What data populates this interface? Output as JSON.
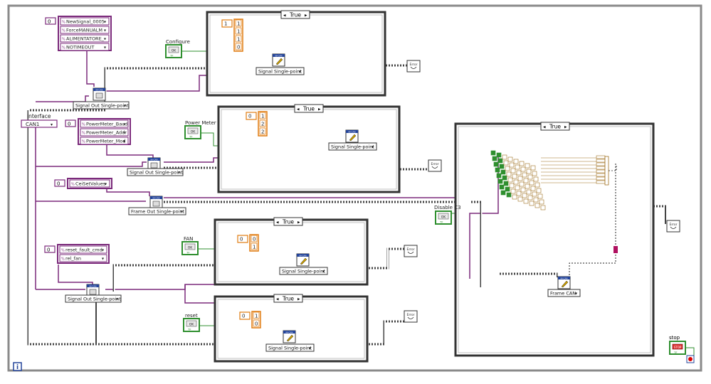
{
  "window": {
    "info_icon": "i"
  },
  "case_true_label": "True",
  "case_arrow_left": "◂",
  "case_arrow_right": "▸",
  "signals_group1": [
    "NewSignal_0005",
    "ForceMANUALM",
    "ALIMENTATORE_",
    "NOTIMEOUT"
  ],
  "signals_group1_index": "0",
  "signals_group2": [
    "PowerMeter_Baud",
    "PowerMeter_Addr",
    "PowerMeter_Mod"
  ],
  "signals_group2_index": "0",
  "signals_group3": [
    "CeiSetValues"
  ],
  "signals_group3_index": "0",
  "signals_group4": [
    "reset_fault_cmd",
    "rel_fan"
  ],
  "signals_group4_index": "0",
  "interface": {
    "label": "interface",
    "value": "CAN1"
  },
  "controls": {
    "configure": "Configure",
    "power_meter": "Power Meter",
    "fan": "FAN",
    "reset": "reset",
    "disable_c3": "Disable C3",
    "stop": "stop"
  },
  "terminal_tag_ok": "OK",
  "terminal_tag_tf": "TF",
  "terminal_tag_stop": "STOP",
  "ni_can_tag": "NI-CAN",
  "error_tag": "Error",
  "nodes": {
    "sig_out_1": "Signal Out Single-point",
    "sig_out_2": "Signal Out Single-point",
    "sig_out_3": "Signal Out Single-point",
    "frame_out": "Frame Out Single-point",
    "sig_single_1": "Signal Single-point",
    "sig_single_2": "Signal Single-point",
    "sig_single_3": "Signal Single-point",
    "sig_single_4": "Signal Single-point",
    "frame_can": "Frame CAN"
  },
  "arrays": {
    "arr1": {
      "index": "1",
      "values": [
        "1",
        "1",
        "1",
        "0"
      ]
    },
    "arr2": {
      "index": "0",
      "values": [
        "1",
        "2",
        "2"
      ]
    },
    "arr3": {
      "index": "0",
      "values": [
        "0",
        "1"
      ]
    },
    "arr4": {
      "index": "0",
      "values": [
        "1",
        "0"
      ]
    }
  },
  "colors": {
    "purple": "#7b2a7b",
    "cluster": "#a04b00",
    "orange": "#e07c10",
    "bool_green": "#2f8f2f",
    "error_wire": "#6a5d00",
    "case_border": "#333333"
  }
}
